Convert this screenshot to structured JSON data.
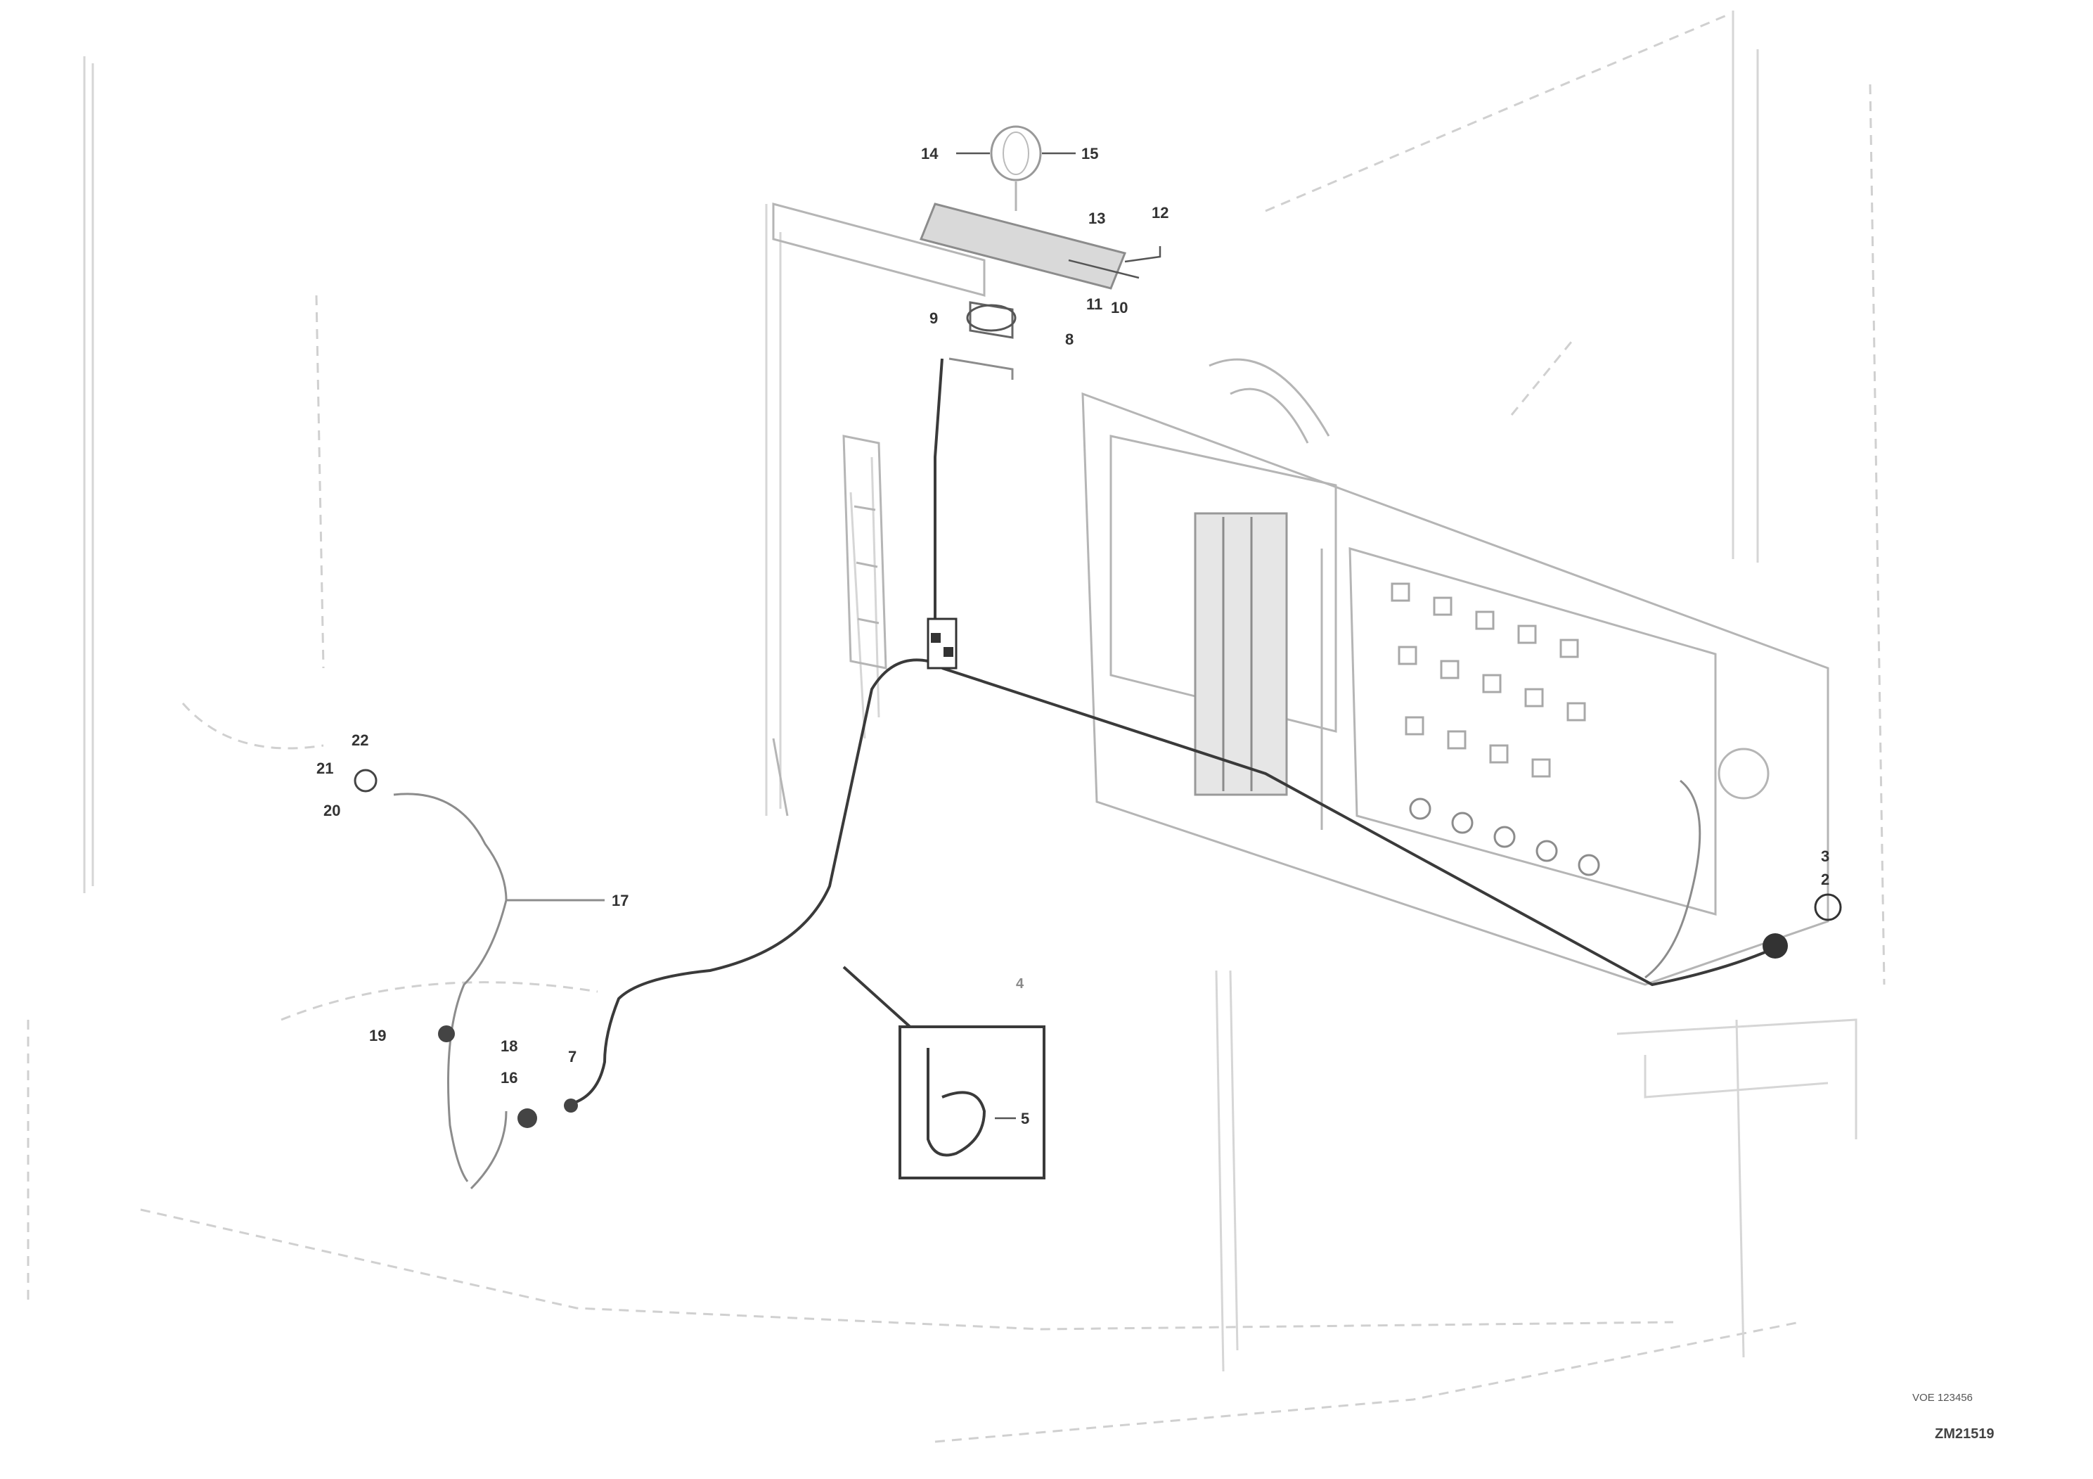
{
  "diagram": {
    "callouts": {
      "top_left": "14",
      "top_right": "15",
      "upper_a": "13",
      "upper_b": "12",
      "upper_c": "11",
      "upper_d": "10",
      "mount_a": "9",
      "mount_b": "8",
      "harness_top": "22",
      "harness_left_a": "21",
      "harness_left_b": "20",
      "branch": "17",
      "lower_a": "19",
      "lower_b": "18",
      "lower_c": "16",
      "lower_d": "7",
      "mid_label": "4",
      "right_a": "3",
      "right_b": "2",
      "inset_item": "5"
    },
    "reference_code": "VOE 123456",
    "document_id": "ZM21519",
    "colors": {
      "line_dark": "#3a3a3a",
      "line_faint": "#d6d6d6",
      "background": "#ffffff"
    }
  }
}
